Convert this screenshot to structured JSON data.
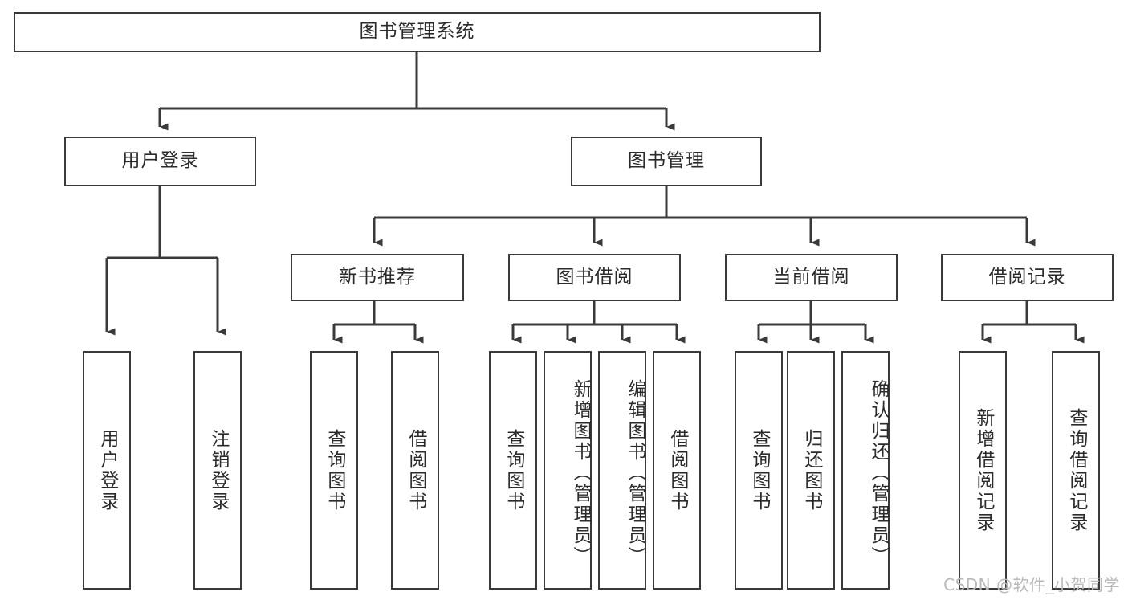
{
  "diagram": {
    "type": "tree-hierarchy-flowchart",
    "title": "图书管理系统",
    "watermark": "CSDN @软件_小贺同学",
    "colors": {
      "box_border": "#3a3a3a",
      "box_fill": "#ffffff",
      "connector": "#3a3a3a",
      "text": "#2b2b2b",
      "watermark": "#b9b9b9"
    },
    "root": {
      "label": "图书管理系统"
    },
    "level2": [
      {
        "label": "用户登录"
      },
      {
        "label": "图书管理"
      }
    ],
    "level3": [
      {
        "label": "新书推荐"
      },
      {
        "label": "图书借阅"
      },
      {
        "label": "当前借阅"
      },
      {
        "label": "借阅记录"
      }
    ],
    "leaves": {
      "user_login": [
        {
          "label": "用户登录"
        },
        {
          "label": "注销登录"
        }
      ],
      "new_book_recommend": [
        {
          "label": "查询图书"
        },
        {
          "label": "借阅图书"
        }
      ],
      "book_borrow": [
        {
          "label": "查询图书"
        },
        {
          "label": "新增图书（管理员）"
        },
        {
          "label": "编辑图书（管理员）"
        },
        {
          "label": "借阅图书"
        }
      ],
      "current_borrow": [
        {
          "label": "查询图书"
        },
        {
          "label": "归还图书"
        },
        {
          "label": "确认归还（管理员）"
        }
      ],
      "borrow_record": [
        {
          "label": "新增借阅记录"
        },
        {
          "label": "查询借阅记录"
        }
      ]
    }
  }
}
